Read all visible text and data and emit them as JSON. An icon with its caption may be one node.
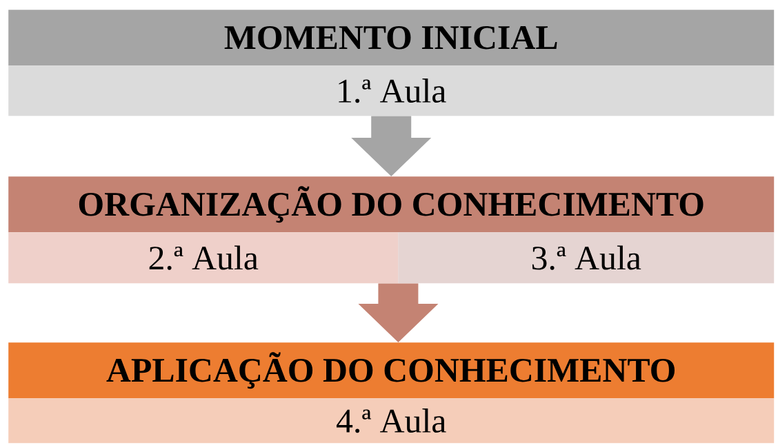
{
  "diagram": {
    "nodes": [
      {
        "text": [
          "MOMENTO INICIAL"
        ]
      },
      {
        "text": [
          "1.ª Aula"
        ]
      },
      {
        "text": [
          "ORGANIZAÇÃO DO CONHECIMENTO"
        ]
      },
      {
        "text": [
          "2.ª Aula"
        ]
      },
      {
        "text": [
          "3.ª Aula"
        ]
      },
      {
        "text": [
          "APLICAÇÃO DO CONHECIMENTO"
        ]
      },
      {
        "text": [
          "4.ª Aula"
        ]
      }
    ],
    "edges": [
      {
        "from": 1,
        "to": 2,
        "arrow": "to",
        "color": "#a5a5a5"
      },
      {
        "from": 3,
        "to": 5,
        "arrow": "to",
        "color": "#c48373"
      },
      {
        "from": 4,
        "to": 5,
        "arrow": "to",
        "color": "#c48373"
      }
    ]
  }
}
